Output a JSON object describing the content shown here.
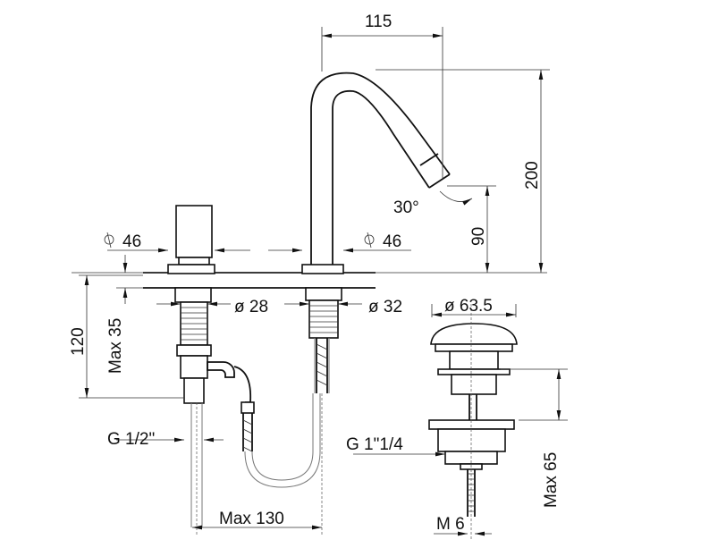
{
  "title": "Three-hole basin mixer dimension drawing",
  "dimensions": {
    "spout_reach": "115",
    "total_height": "200",
    "spout_angle": "30°",
    "spout_outlet_height": "90",
    "handle_diameter": "46",
    "spout_base_diameter": "46",
    "handle_shank_diameter": "ø 28",
    "spout_shank_diameter": "ø 32",
    "shank_length": "120",
    "max_deck_thickness": "Max 35",
    "inlet_thread": "G 1/2\"",
    "hose_spacing": "Max 130",
    "waste_diameter": "ø 63.5",
    "waste_thread": "G 1\"1/4",
    "waste_max_thickness": "Max 65",
    "waste_rod": "M 6"
  },
  "symbols": {
    "diameter_symbol": "diameter-icon"
  }
}
